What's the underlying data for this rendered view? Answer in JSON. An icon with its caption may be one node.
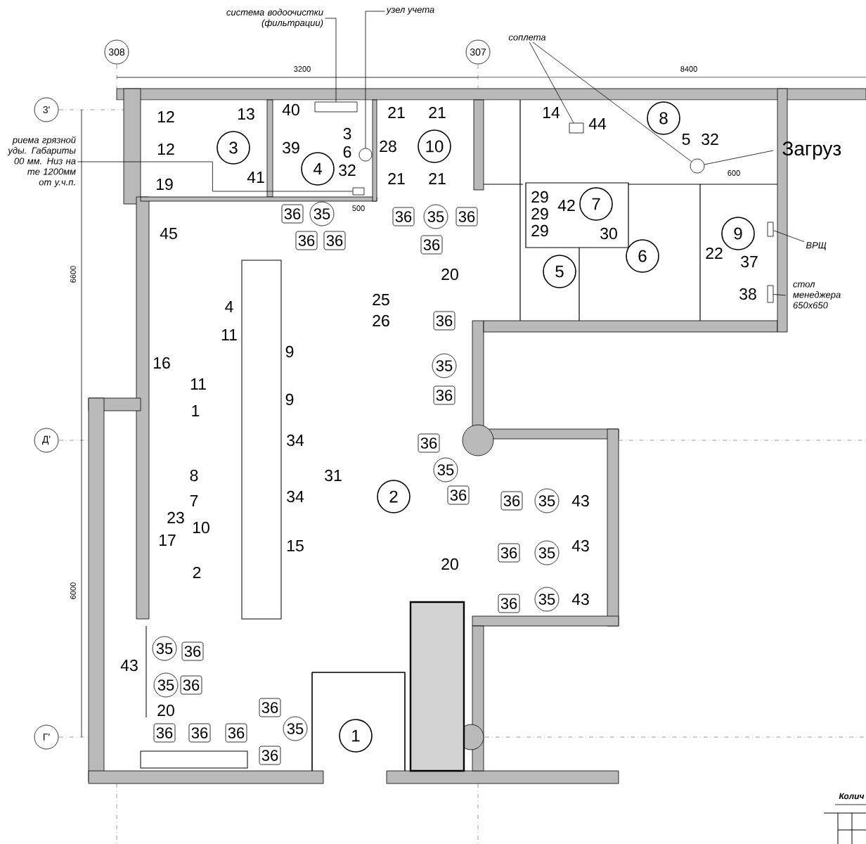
{
  "diagram": {
    "nodes": [
      {
        "text": [
          "308"
        ]
      },
      {
        "text": [
          "307"
        ]
      },
      {
        "text": [
          "3'"
        ]
      },
      {
        "text": [
          "Д'"
        ]
      },
      {
        "text": [
          "Г'"
        ]
      },
      {
        "text": [
          "3"
        ]
      },
      {
        "text": [
          "4"
        ]
      },
      {
        "text": [
          "10"
        ]
      },
      {
        "text": [
          "8"
        ]
      },
      {
        "text": [
          "7"
        ]
      },
      {
        "text": [
          "9"
        ]
      },
      {
        "text": [
          "6"
        ]
      },
      {
        "text": [
          "5"
        ]
      },
      {
        "text": [
          "2"
        ]
      },
      {
        "text": [
          "1"
        ]
      },
      {
        "text": [
          "система водоочистки (фильтрации)"
        ]
      },
      {
        "text": [
          "узел учета"
        ]
      },
      {
        "text": [
          "соплета"
        ]
      },
      {
        "text": [
          "Загруз"
        ]
      },
      {
        "text": [
          "риема грязной уды. Габариты 00 мм. Низ на те 1200мм от у.ч.п."
        ]
      },
      {
        "text": [
          "ВРЩ"
        ]
      },
      {
        "text": [
          "стол менеджера 650x650"
        ]
      },
      {
        "text": [],
        "shape": "box"
      },
      {
        "text": [],
        "shape": "circle"
      },
      {
        "text": [],
        "shape": "box"
      },
      {
        "text": [],
        "shape": "circle"
      },
      {
        "text": [],
        "shape": "box"
      },
      {
        "text": [],
        "shape": "box"
      },
      {
        "text": [],
        "shape": "box"
      }
    ],
    "edges": [
      {
        "from": 15,
        "to": 22,
        "arrow": "none"
      },
      {
        "from": 16,
        "to": 23,
        "arrow": "none"
      },
      {
        "from": 17,
        "to": 24,
        "arrow": "none"
      },
      {
        "from": 17,
        "to": 25,
        "arrow": "none"
      },
      {
        "from": 18,
        "to": 25,
        "arrow": "none"
      },
      {
        "from": 19,
        "to": 28,
        "arrow": "none"
      },
      {
        "from": 20,
        "to": 26,
        "arrow": "none"
      },
      {
        "from": 21,
        "to": 27,
        "arrow": "none"
      }
    ],
    "labels": [
      "3200",
      "8400",
      "6600",
      "12",
      "13",
      "40",
      "21",
      "21",
      "14",
      "44",
      "12",
      "39",
      "3",
      "28",
      "5",
      "32",
      "6",
      "32",
      "600",
      "41",
      "19",
      "21",
      "21",
      "29",
      "500",
      "42",
      "36",
      "35",
      "36",
      "35",
      "36",
      "29",
      "45",
      "29",
      "30",
      "36",
      "36",
      "36",
      "22",
      "37",
      "20",
      "38",
      "4",
      "25",
      "26",
      "36",
      "11",
      "9",
      "16",
      "35",
      "11",
      "1",
      "9",
      "36",
      "34",
      "36",
      "6000",
      "35",
      "8",
      "31",
      "7",
      "34",
      "36",
      "36",
      "35",
      "43",
      "23",
      "10",
      "17",
      "15",
      "43",
      "36",
      "35",
      "20",
      "2",
      "36",
      "35",
      "43",
      "35",
      "36",
      "43",
      "35",
      "36",
      "20",
      "36",
      "36",
      "36",
      "36",
      "35",
      "36",
      "Колич"
    ]
  }
}
